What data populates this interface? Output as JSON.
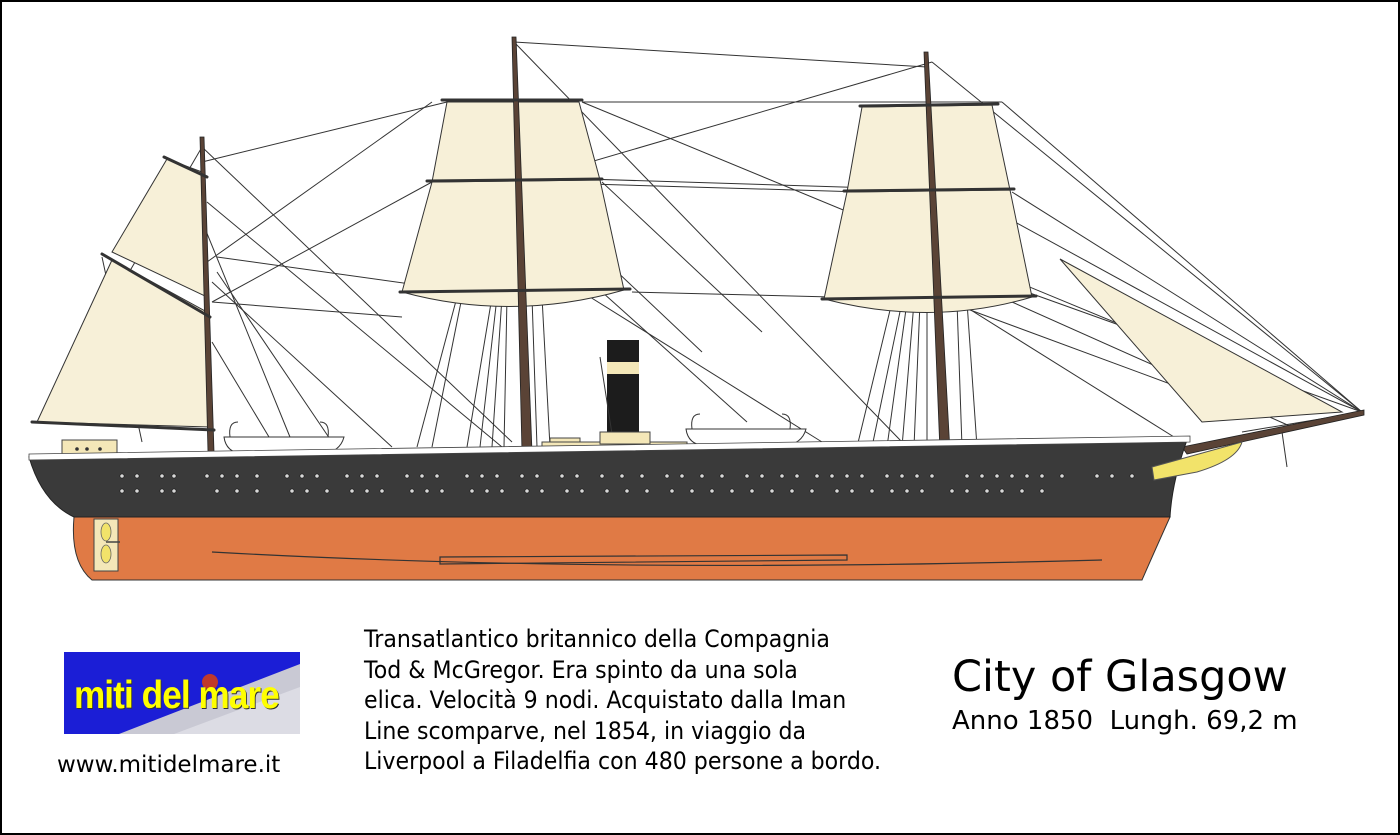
{
  "logo": {
    "text": "miti del mare"
  },
  "website": "www.mitidelmare.it",
  "description": [
    "Transatlantico britannico della Compagnia",
    "Tod & McGregor. Era spinto da una sola",
    "elica. Velocità 9 nodi. Acquistato dalla Iman",
    "Line scomparve, nel 1854, in viaggio da",
    "Liverpool a Filadelfia con 480 persone a bordo."
  ],
  "ship": {
    "name": "City of Glasgow",
    "specs": "Anno 1850  Lungh. 69,2 m"
  },
  "colors": {
    "hull_upper": "#3a3a3a",
    "hull_lower": "#e07a45",
    "sail": "#f7f0d8",
    "mast": "#5a4336",
    "funnel": "#1c1c1c",
    "deck": "#f4e7b8",
    "logo_bg": "#1b1ed6",
    "logo_text": "#ffff00"
  }
}
